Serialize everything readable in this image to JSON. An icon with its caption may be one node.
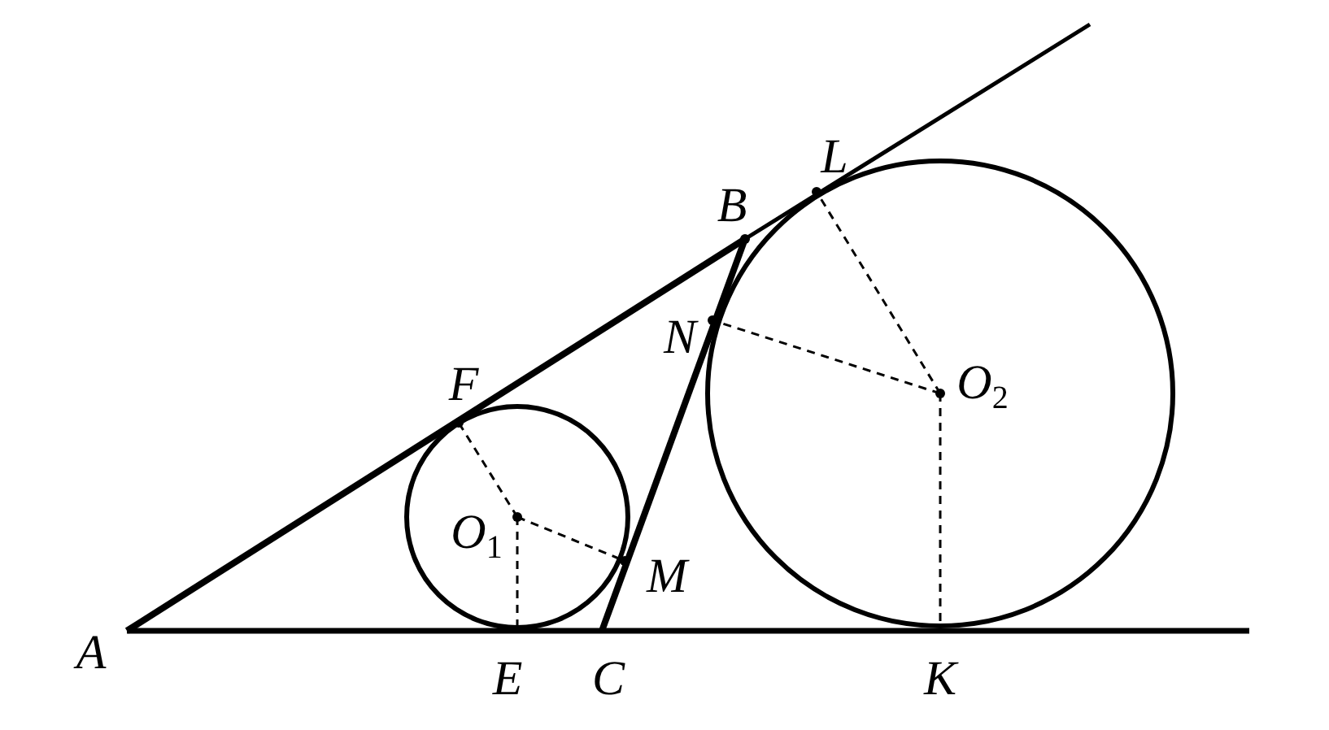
{
  "diagram": {
    "labels": [
      "L",
      "B",
      "N",
      "O$_{2}$",
      "F",
      "O$_{1}$",
      "M",
      "A",
      "E",
      "C",
      "K"
    ]
  }
}
